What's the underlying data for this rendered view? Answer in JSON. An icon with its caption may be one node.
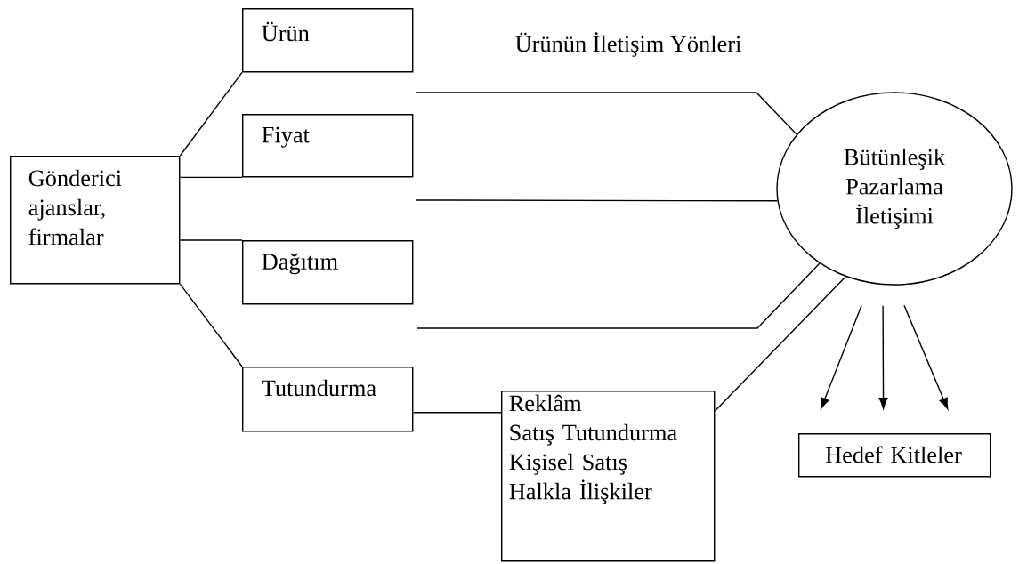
{
  "diagram": {
    "nodes": [
      {
        "text": [
          "Gönderici ajanslar, firmalar"
        ]
      },
      {
        "text": [
          "Ürün"
        ]
      },
      {
        "text": [
          "Fiyat"
        ]
      },
      {
        "text": [
          "Dağıtım"
        ]
      },
      {
        "text": [
          "Tutundurma"
        ]
      },
      {
        "text": [
          "Reklâm",
          "Satış Tutundurma",
          "Kişisel Satış",
          "Halkla İlişkiler"
        ]
      },
      {
        "text": [
          "Bütünleşik Pazarlama İletişimi"
        ]
      },
      {
        "text": [
          "Hedef Kitleler"
        ]
      }
    ],
    "edges": [
      {
        "from": 0,
        "to": 1,
        "arrow": "none"
      },
      {
        "from": 0,
        "to": 2,
        "arrow": "none"
      },
      {
        "from": 0,
        "to": 3,
        "arrow": "none"
      },
      {
        "from": 0,
        "to": 4,
        "arrow": "none"
      },
      {
        "from": null,
        "to": 6,
        "arrow": "none"
      },
      {
        "from": null,
        "to": 6,
        "arrow": "none"
      },
      {
        "from": null,
        "to": 6,
        "arrow": "none"
      },
      {
        "from": 4,
        "to": 5,
        "arrow": "none"
      },
      {
        "from": 5,
        "to": 6,
        "arrow": "none"
      },
      {
        "from": 6,
        "to": 7,
        "arrow": "to"
      },
      {
        "from": 6,
        "to": 7,
        "arrow": "to"
      },
      {
        "from": 6,
        "to": 7,
        "arrow": "to"
      }
    ],
    "labels": [
      "Ürünün İletişim Yönleri"
    ]
  }
}
